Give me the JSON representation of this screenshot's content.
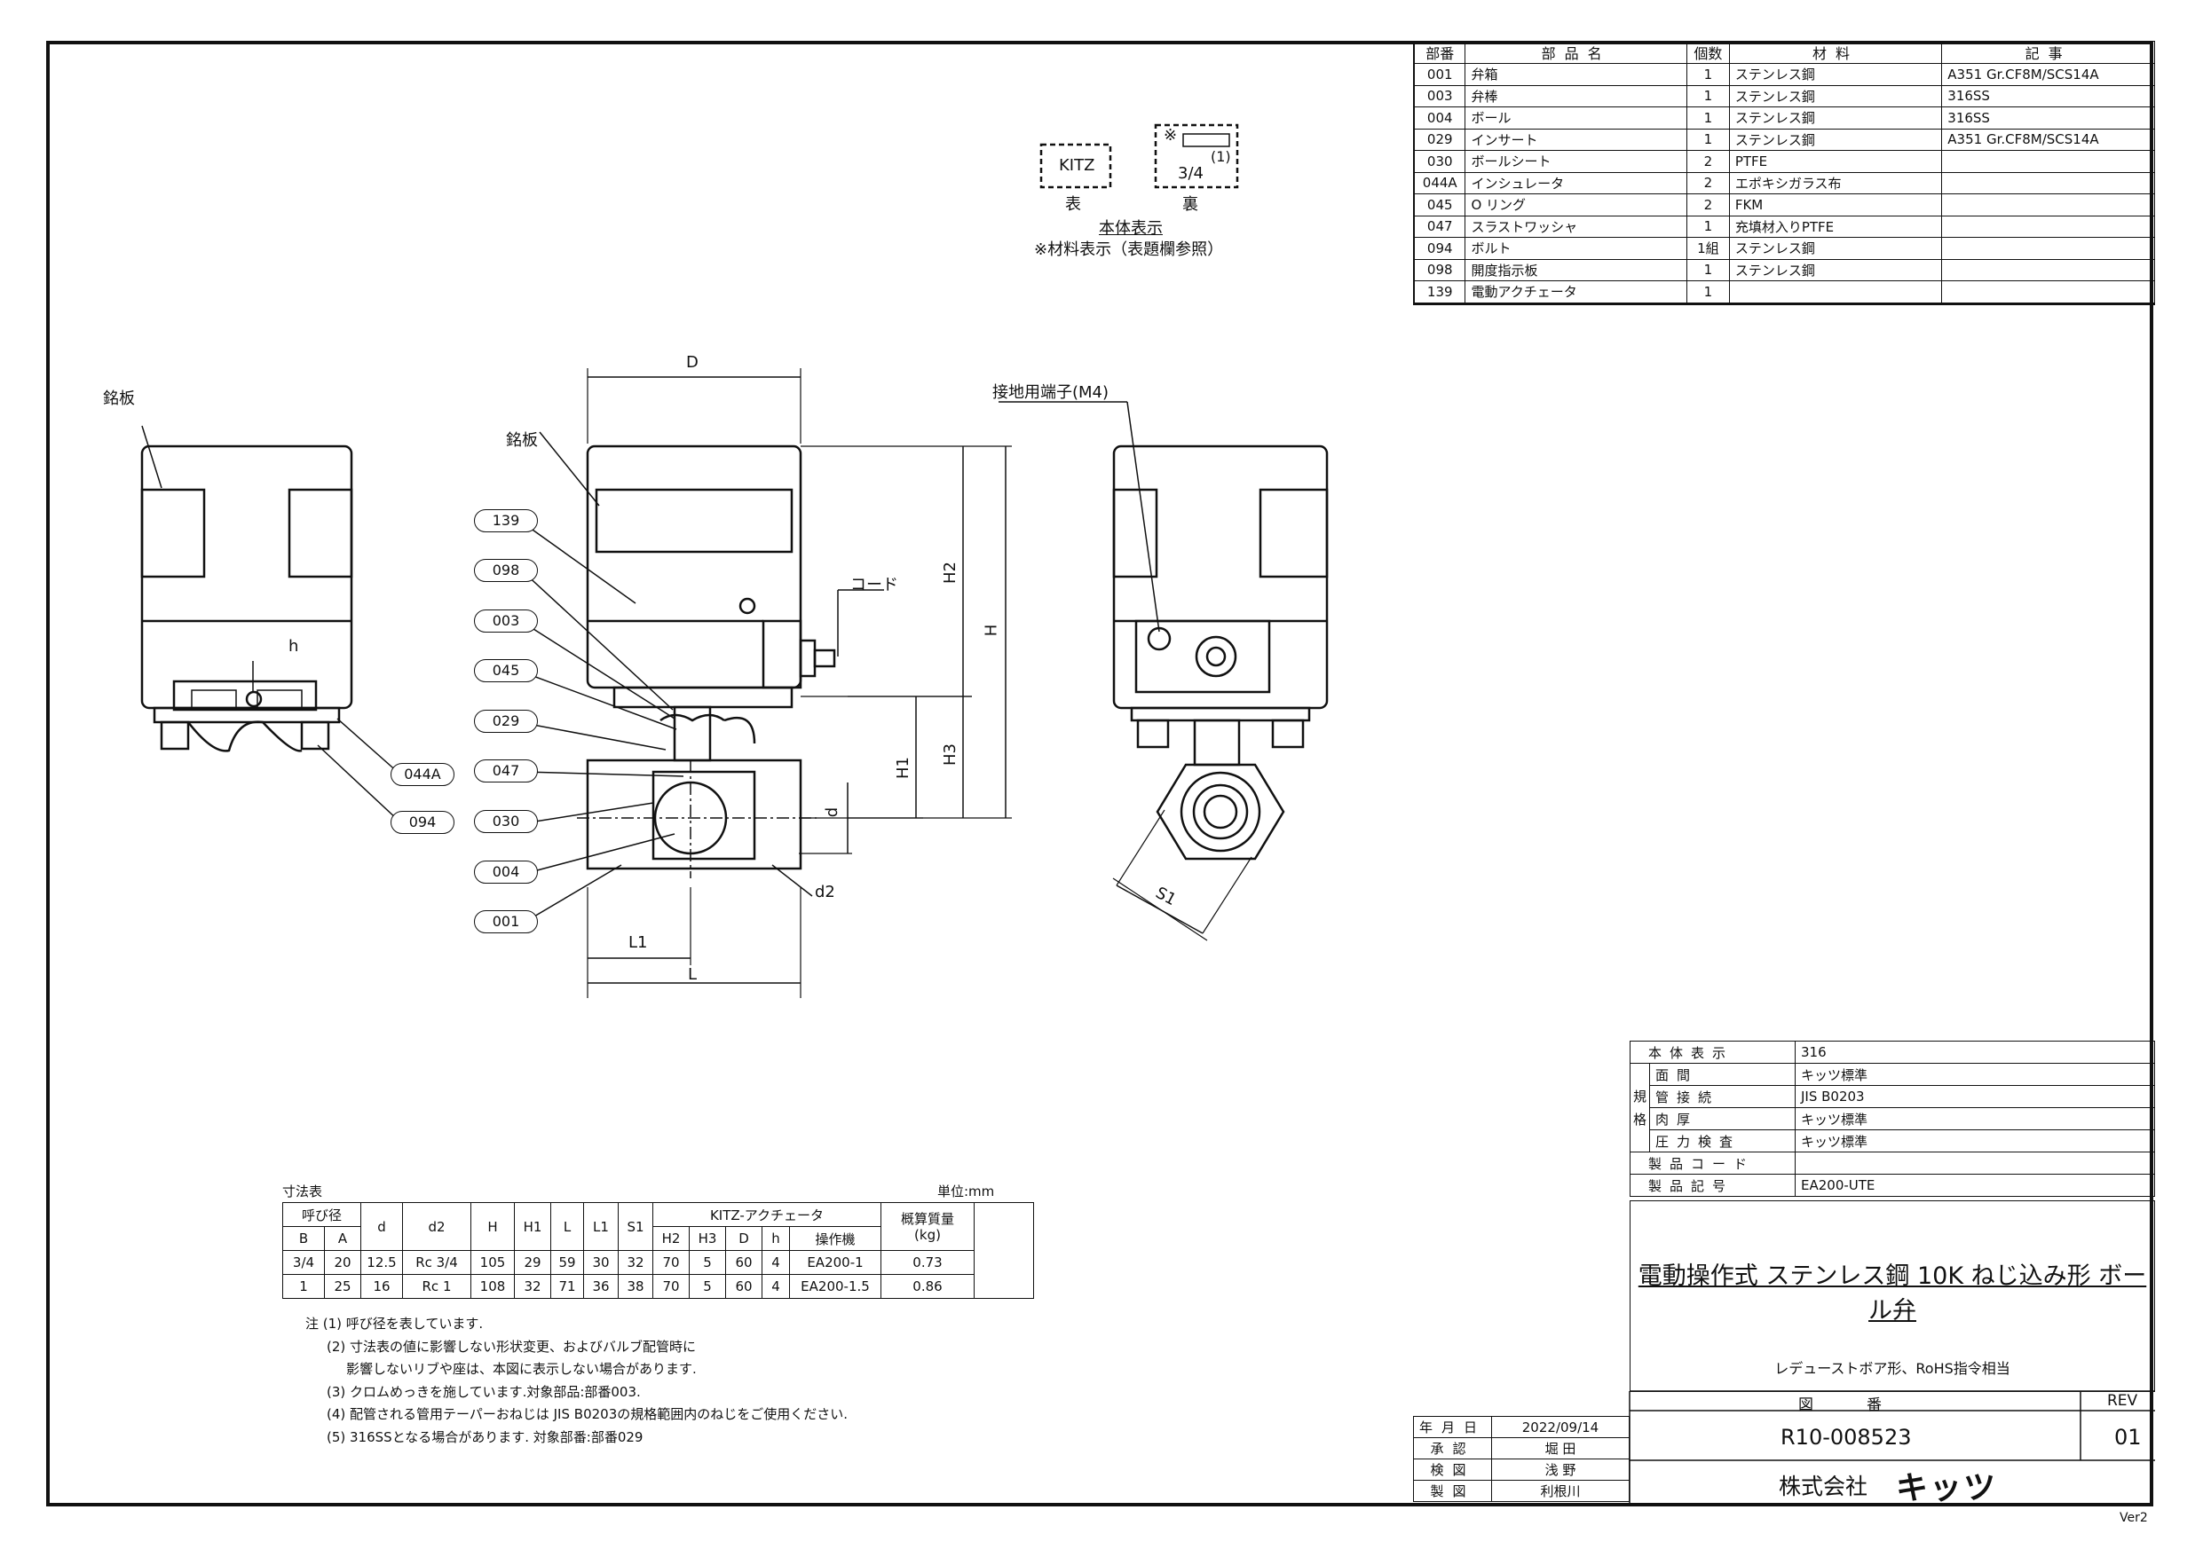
{
  "parts_table": {
    "headers": [
      "部番",
      "部品名",
      "個数",
      "材料",
      "記事"
    ],
    "rows": [
      [
        "001",
        "弁箱",
        "1",
        "ステンレス鋼",
        "A351 Gr.CF8M/SCS14A"
      ],
      [
        "003",
        "弁棒",
        "1",
        "ステンレス鋼",
        "316SS"
      ],
      [
        "004",
        "ボール",
        "1",
        "ステンレス鋼",
        "316SS"
      ],
      [
        "029",
        "インサート",
        "1",
        "ステンレス鋼",
        "A351 Gr.CF8M/SCS14A"
      ],
      [
        "030",
        "ボールシート",
        "2",
        "PTFE",
        ""
      ],
      [
        "044A",
        "インシュレータ",
        "2",
        "エポキシガラス布",
        ""
      ],
      [
        "045",
        "O リング",
        "2",
        "FKM",
        ""
      ],
      [
        "047",
        "スラストワッシャ",
        "1",
        "充填材入りPTFE",
        ""
      ],
      [
        "094",
        "ボルト",
        "1組",
        "ステンレス鋼",
        ""
      ],
      [
        "098",
        "開度指示板",
        "1",
        "ステンレス鋼",
        ""
      ],
      [
        "139",
        "電動アクチェータ",
        "1",
        "",
        ""
      ]
    ]
  },
  "marking": {
    "front_text": "KITZ",
    "back_mark": "※",
    "back_note": "(1)",
    "back_size": "3/4",
    "front_label": "表",
    "back_label": "裏",
    "caption": "本体表示",
    "material_note": "※材料表示（表題欄参照）"
  },
  "drawing_labels": {
    "nameplate": "銘板",
    "nameplate2": "銘板",
    "h_small": "h",
    "D": "D",
    "H": "H",
    "H1": "H1",
    "H2": "H2",
    "H3": "H3",
    "d": "d",
    "d2": "d2",
    "L": "L",
    "L1": "L1",
    "S1": "S1",
    "cord": "コード",
    "ground": "接地用端子(M4)",
    "part_numbers_left": [
      "044A",
      "094"
    ],
    "part_numbers_mid": [
      "139",
      "098",
      "003",
      "045",
      "029",
      "047",
      "030",
      "004",
      "001"
    ]
  },
  "dimension_table": {
    "caption": "寸法表",
    "unit": "単位:mm",
    "nominal": "呼び径",
    "actuator_group": "KITZ-アクチェータ",
    "columns": [
      "B",
      "A",
      "d",
      "d2",
      "H",
      "H1",
      "L",
      "L1",
      "S1",
      "H2",
      "H3",
      "D",
      "h",
      "操作機"
    ],
    "weight_header": "概算質量",
    "weight_unit": "(kg)",
    "rows": [
      [
        "3/4",
        "20",
        "12.5",
        "Rc 3/4",
        "105",
        "29",
        "59",
        "30",
        "32",
        "70",
        "5",
        "60",
        "4",
        "EA200-1",
        "0.73"
      ],
      [
        "1",
        "25",
        "16",
        "Rc 1",
        "108",
        "32",
        "71",
        "36",
        "38",
        "70",
        "5",
        "60",
        "4",
        "EA200-1.5",
        "0.86"
      ]
    ]
  },
  "notes": [
    "注 (1) 呼び径を表しています.",
    "(2) 寸法表の値に影響しない形状変更、およびバルブ配管時に",
    "影響しないリブや座は、本図に表示しない場合があります.",
    "(3) クロムめっきを施しています.対象部品:部番003.",
    "(4) 配管される管用テーパーおねじは JIS B0203の規格範囲内のねじをご使用ください.",
    "(5) 316SSとなる場合があります. 対象部番:部番029"
  ],
  "spec": {
    "body_marking_label": "本体表示",
    "body_marking_value": "316",
    "standard_label": "規格",
    "rows": [
      {
        "label": "面間",
        "value": "キッツ標準"
      },
      {
        "label": "管接続",
        "value": "JIS B0203"
      },
      {
        "label": "肉厚",
        "value": "キッツ標準"
      },
      {
        "label": "圧力検査",
        "value": "キッツ標準"
      }
    ],
    "product_code_label": "製品コード",
    "product_code_value": "",
    "product_symbol_label": "製品記号",
    "product_symbol_value": "EA200-UTE"
  },
  "title": {
    "main": "電動操作式 ステンレス鋼 10K ねじ込み形 ボール弁",
    "sub": "レデューストボア形、RoHS指令相当"
  },
  "drawing": {
    "number_label": "図番",
    "rev_label": "REV",
    "number": "R10-008523",
    "rev": "01",
    "company": "株式会社",
    "brand": "キッツ"
  },
  "signatures": [
    {
      "label": "年月日",
      "value": "2022/09/14"
    },
    {
      "label": "承認",
      "value": "堀 田"
    },
    {
      "label": "検図",
      "value": "浅 野"
    },
    {
      "label": "製図",
      "value": "利根川"
    }
  ],
  "version": "Ver2"
}
